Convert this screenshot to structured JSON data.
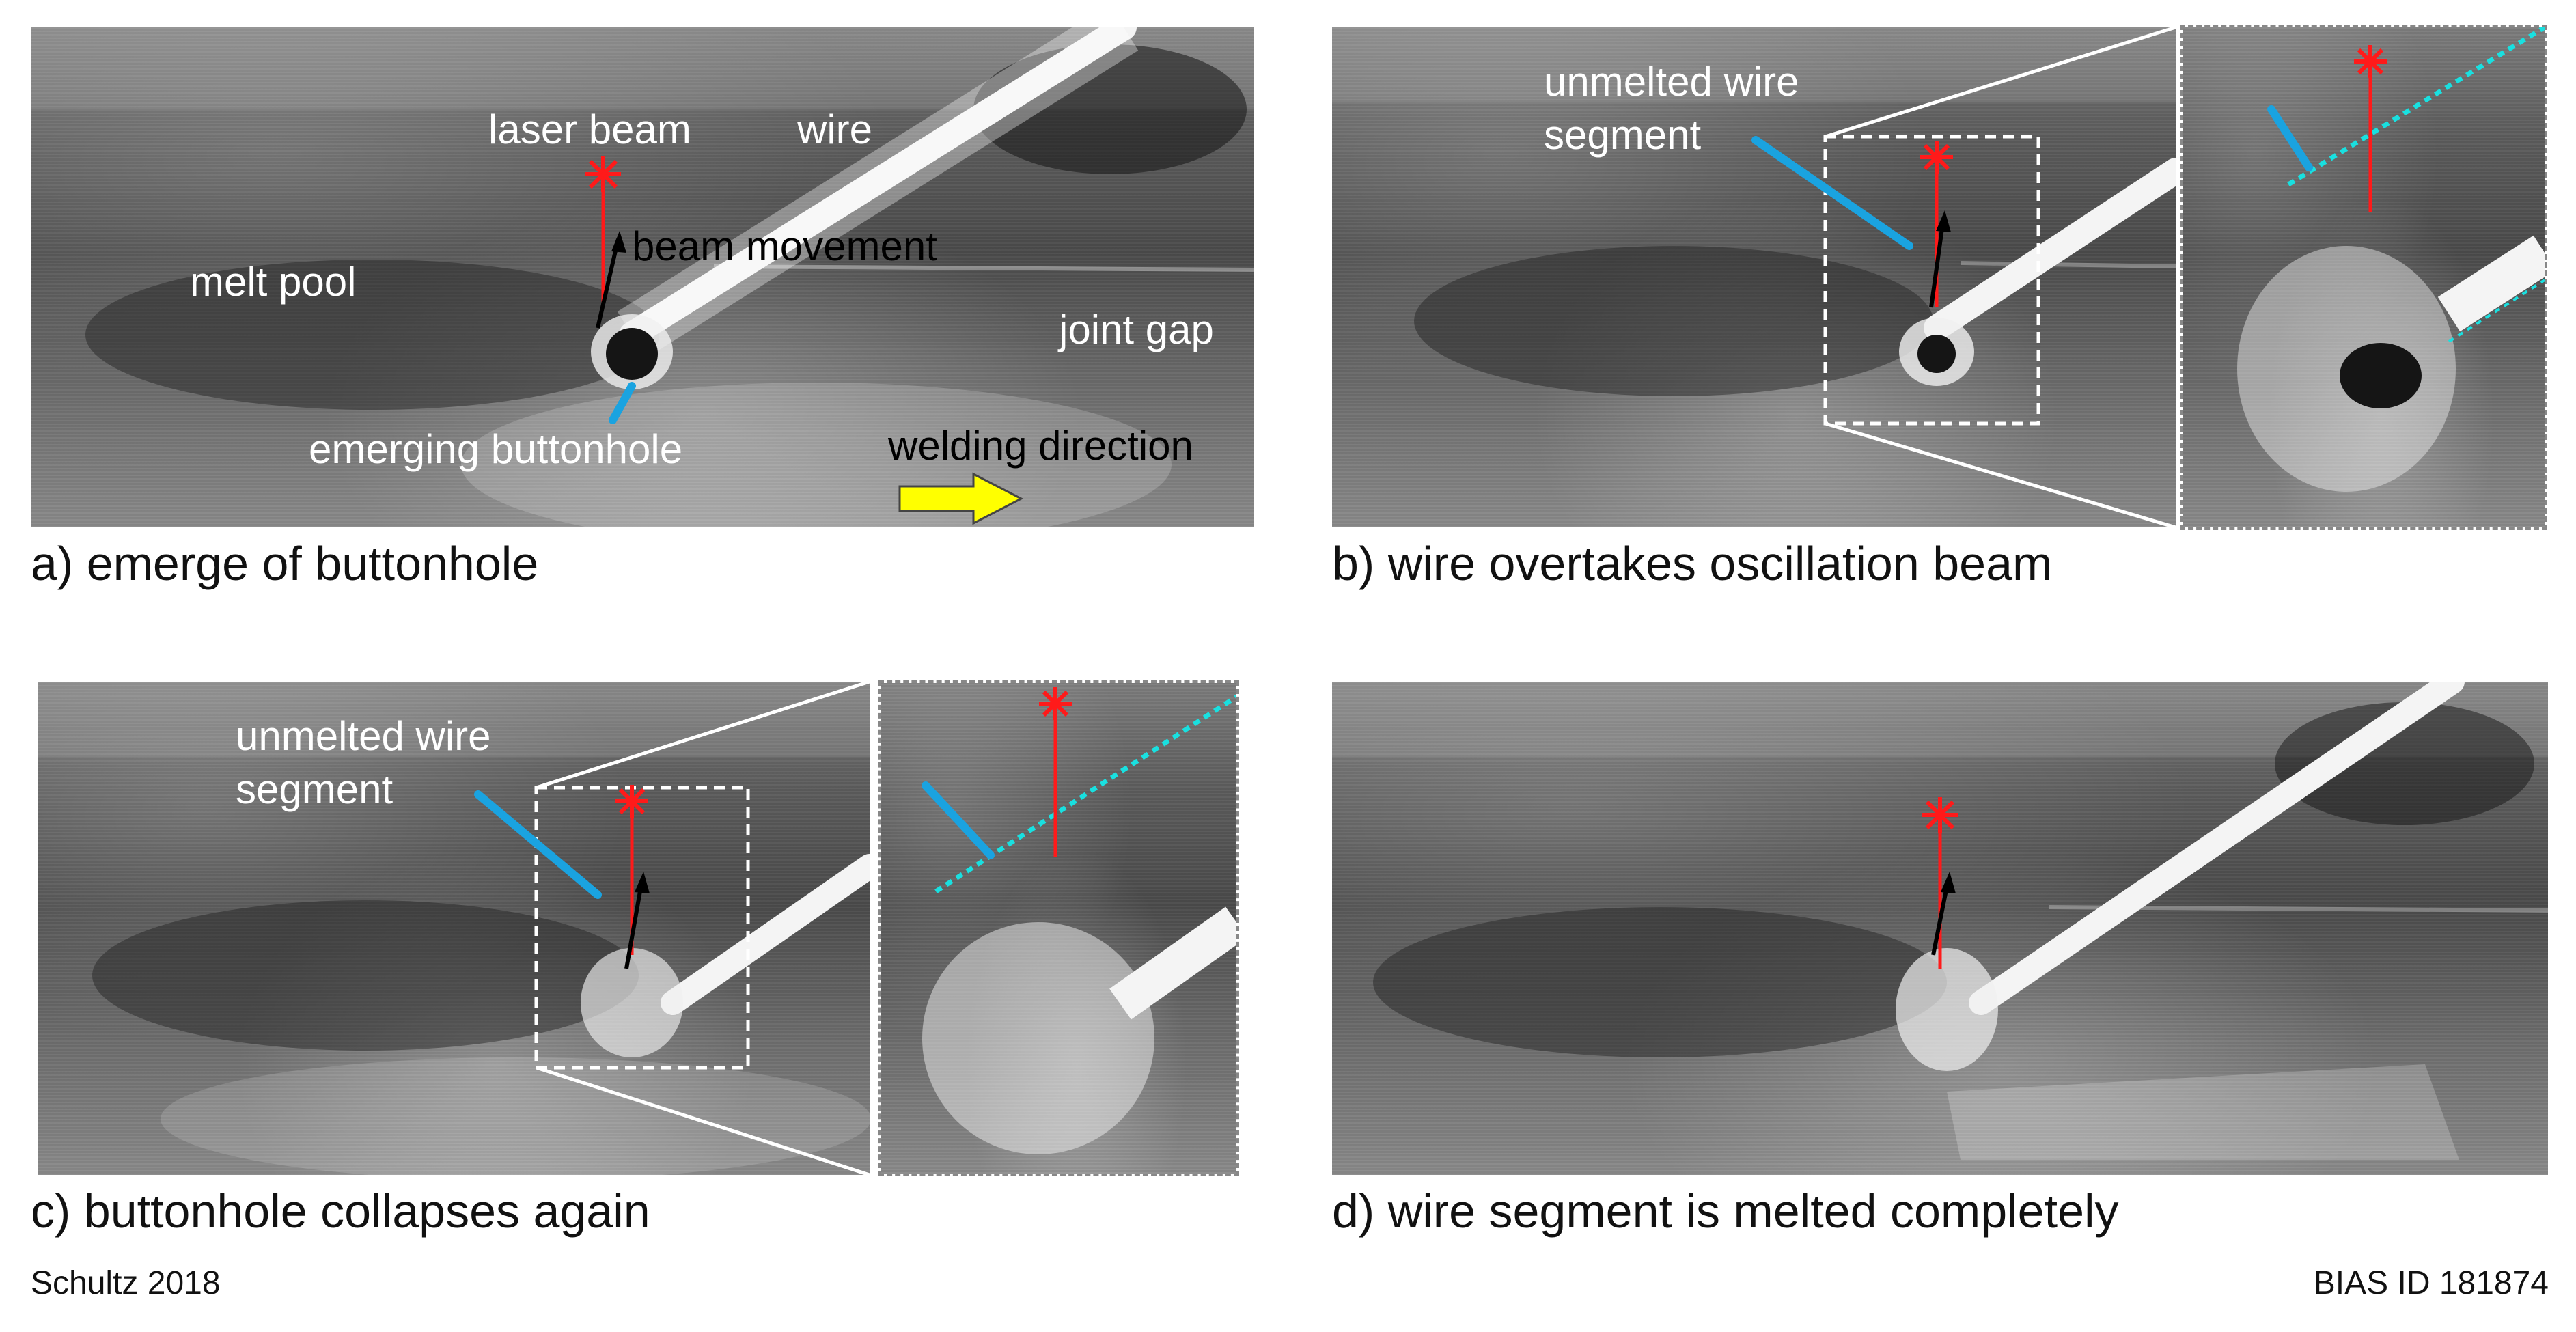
{
  "panels": {
    "a": {
      "caption": "a) emerge of buttonhole",
      "labels": {
        "laser_beam": "laser beam",
        "wire": "wire",
        "beam_movement": "beam movement",
        "melt_pool": "melt pool",
        "joint_gap": "joint gap",
        "emerging_buttonhole": "emerging buttonhole",
        "welding_direction": "welding direction"
      }
    },
    "b": {
      "caption": "b) wire overtakes oscillation beam",
      "labels": {
        "unmelted_wire_segment": [
          "unmelted wire",
          "segment"
        ]
      }
    },
    "c": {
      "caption": "c) buttonhole collapses again",
      "labels": {
        "unmelted_wire_segment": [
          "unmelted wire",
          "segment"
        ]
      }
    },
    "d": {
      "caption": "d) wire segment is melted completely"
    }
  },
  "footer": {
    "left": "Schultz 2018",
    "right": "BIAS ID 181874"
  },
  "colors": {
    "laser_marker": "#ff1a1a",
    "beam_movement_arrow": "#000000",
    "pointer_arrow": "#1aa3e0",
    "wire_axis_dotted": "#19e0e0",
    "welding_direction_arrow": "#ffff00",
    "zoom_frame": "#ffffff"
  },
  "icons": {
    "laser_marker": "starburst-icon",
    "welding_direction": "right-arrow-icon"
  }
}
